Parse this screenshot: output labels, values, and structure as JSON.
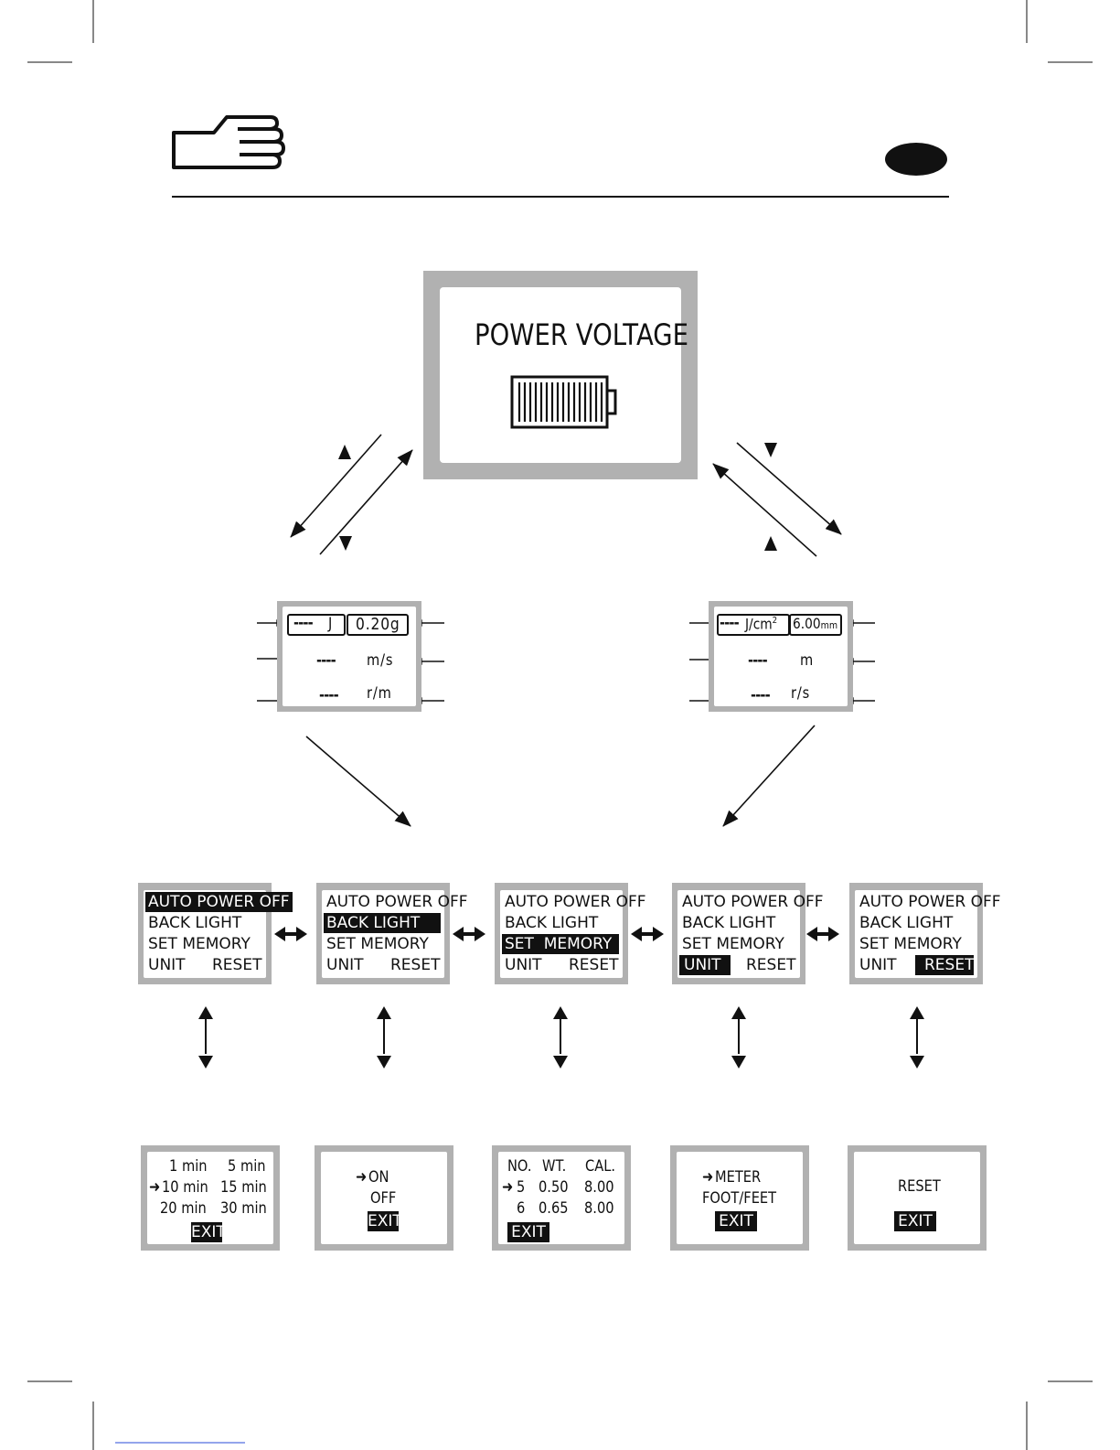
{
  "power_screen": {
    "title": "POWER VOLTAGE",
    "battery_icon": "battery-full-icon"
  },
  "left_display": {
    "row1_value": "----",
    "row1_unit": "J",
    "row1_weight": "0.20g",
    "row2_value": "----",
    "row2_unit": "m/s",
    "row3_value": "----",
    "row3_unit": "r/m"
  },
  "right_display": {
    "row1_value": "----",
    "row1_unit": "J/cm",
    "row1_unit_sup": "2",
    "row1_caliber": "6.00",
    "row1_caliber_unit": "mm",
    "row2_value": "----",
    "row2_unit": "m",
    "row3_value": "----",
    "row3_unit": "r/s"
  },
  "menu": {
    "items": [
      "AUTO POWER OFF",
      "BACK LIGHT",
      "SET  MEMORY",
      "UNIT",
      "RESET"
    ]
  },
  "submenus": {
    "auto_power_off": {
      "options": [
        "1 min",
        "5 min",
        "10 min",
        "15 min",
        "20 min",
        "30 min"
      ],
      "selected": "10 min",
      "exit": "EXIT"
    },
    "back_light": {
      "options": [
        "ON",
        "OFF"
      ],
      "selected": "ON",
      "exit": "EXIT"
    },
    "set_memory": {
      "headers": [
        "NO.",
        "WT.",
        "CAL."
      ],
      "rows": [
        [
          "5",
          "0.50",
          "8.00"
        ],
        [
          "6",
          "0.65",
          "8.00"
        ]
      ],
      "selected_row": "5",
      "exit": "EXIT"
    },
    "unit": {
      "options": [
        "METER",
        "FOOT/FEET"
      ],
      "selected": "METER",
      "exit": "EXIT"
    },
    "reset": {
      "label": "RESET",
      "exit": "EXIT"
    }
  },
  "icons": {
    "header": "pointing-hand-icon",
    "badge": "language-badge"
  }
}
